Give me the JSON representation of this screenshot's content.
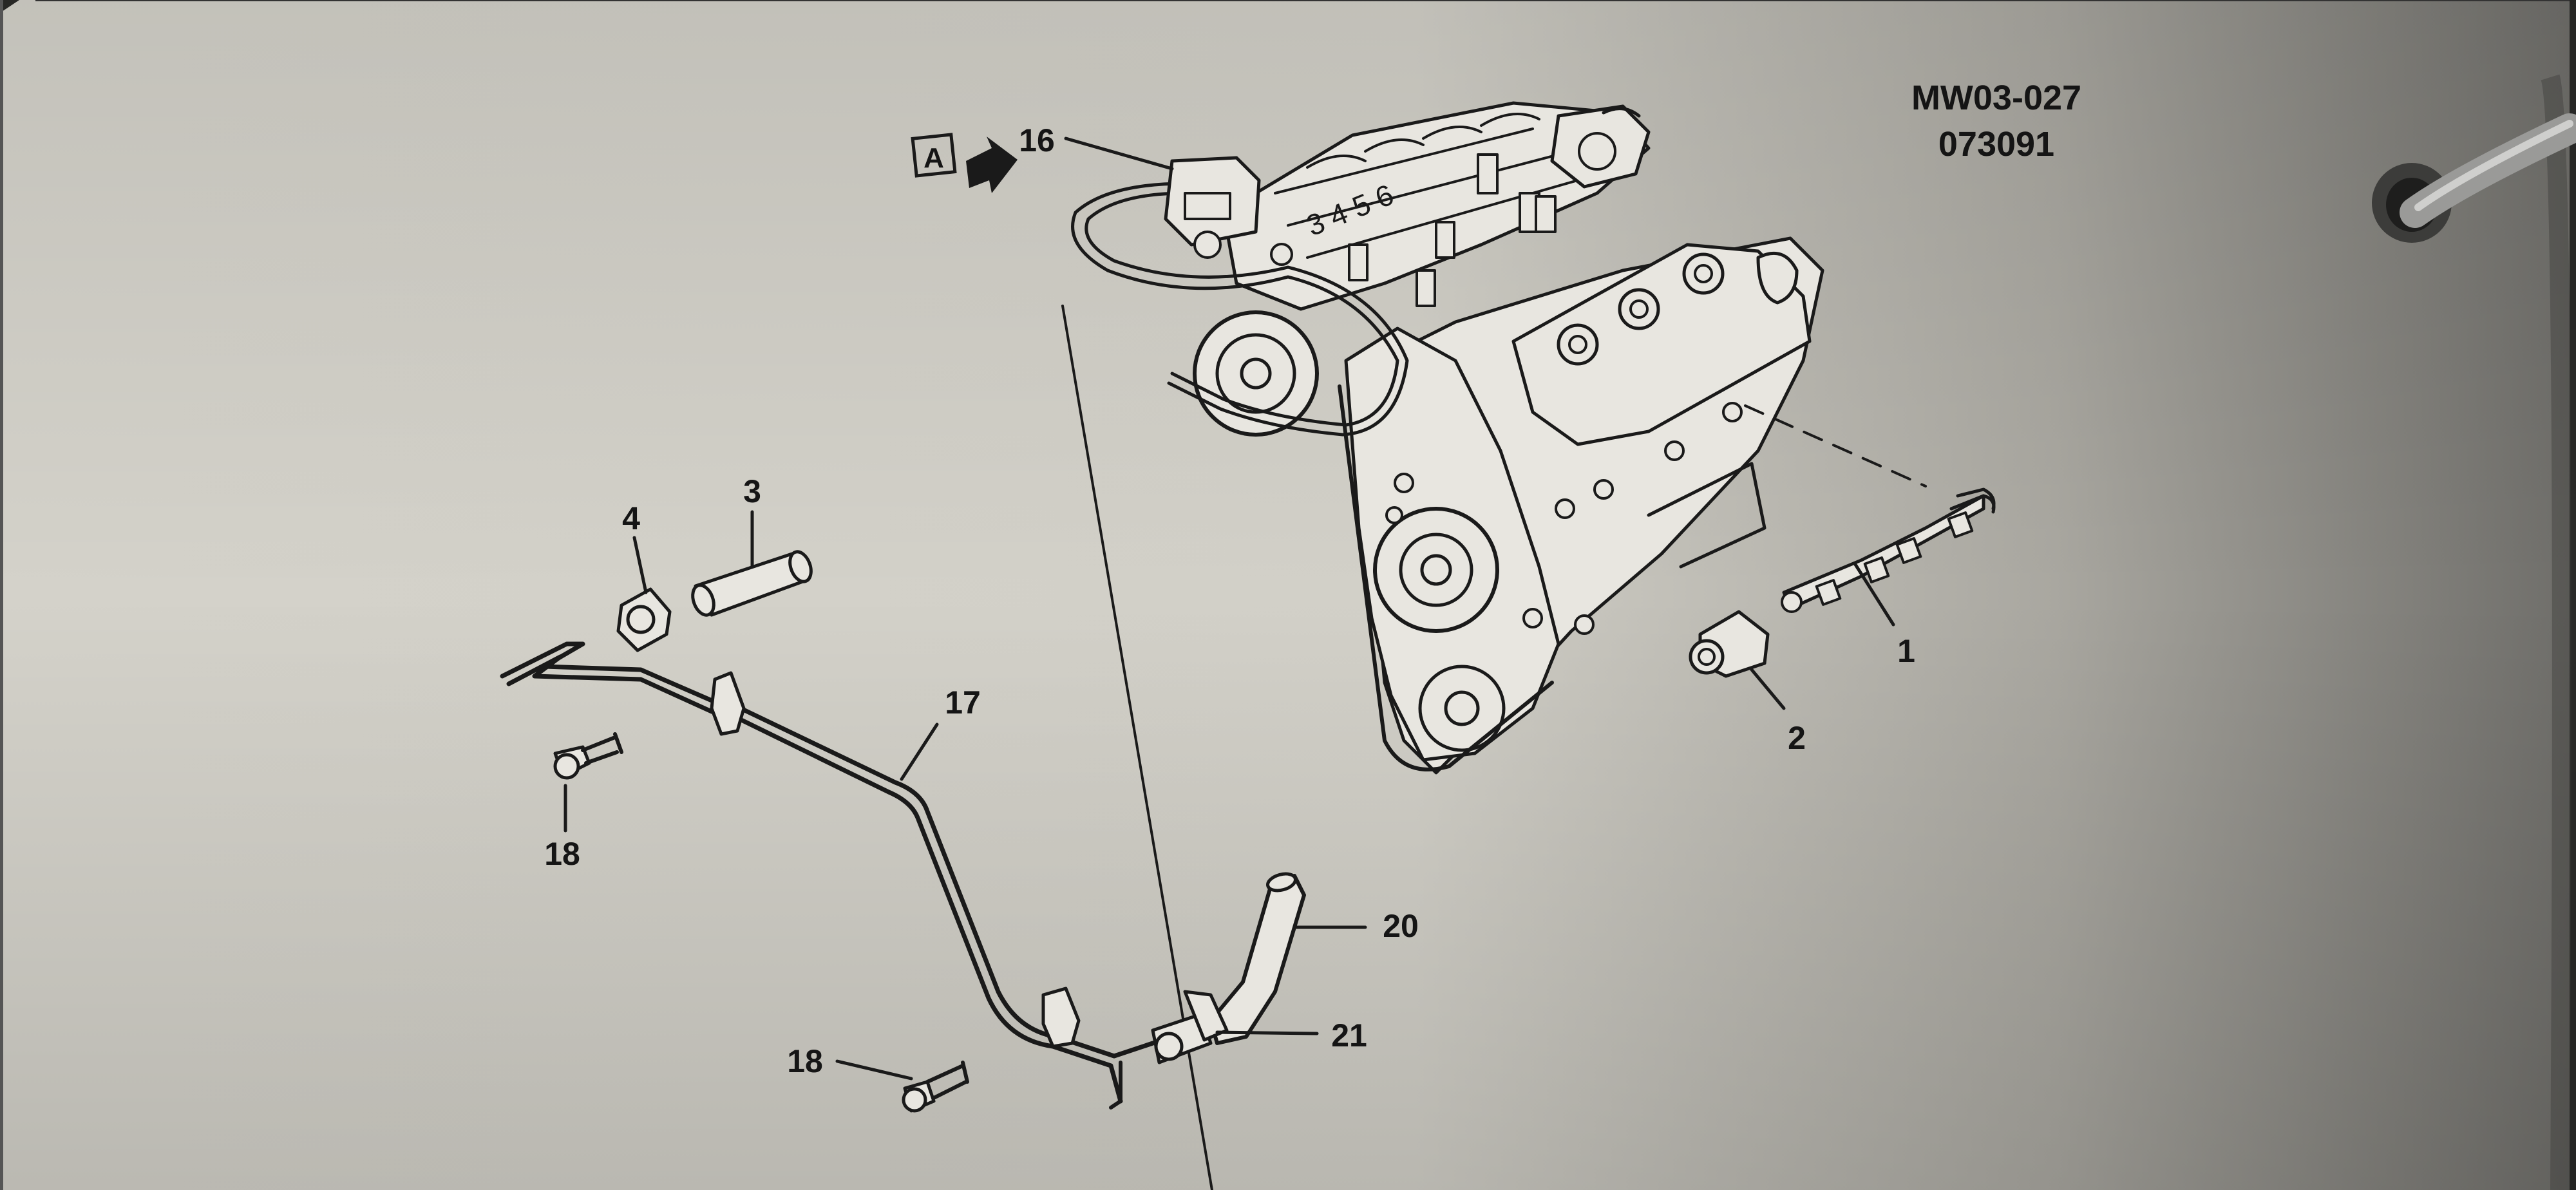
{
  "drawing_code": "MW03-027",
  "drawing_date": "073091",
  "view_marker": "A",
  "callouts": {
    "c1": "1",
    "c2": "2",
    "c3": "3",
    "c4": "4",
    "c16": "16",
    "c17": "17",
    "c18a": "18",
    "c18b": "18",
    "c20": "20",
    "c21": "21"
  },
  "manifold_digits": "3 4 5 6"
}
